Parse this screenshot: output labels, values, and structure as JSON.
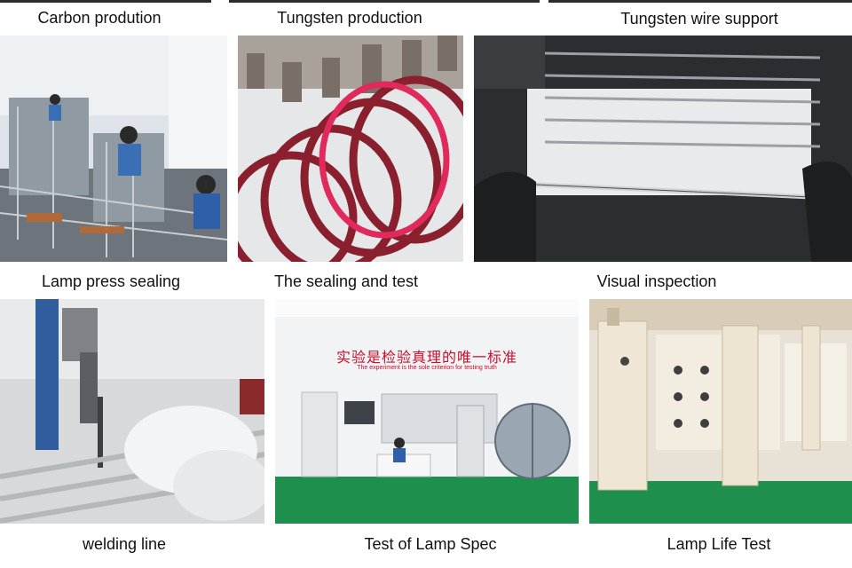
{
  "captions": {
    "carbon": "Carbon prodution",
    "tungsten": "Tungsten production",
    "wire_support": "Tungsten wire support",
    "press_sealing": "Lamp press sealing",
    "sealing_test": "The sealing and test",
    "visual": "Visual inspection",
    "welding": "welding line",
    "lamp_spec": "Test of Lamp Spec",
    "life_test": "Lamp Life Test"
  },
  "wall_text": {
    "chinese": "实验是检验真理的唯一标准",
    "english": "The experiment is the sole criterion for testing truth"
  },
  "colors": {
    "floor_green": "#1f8f4e",
    "coil_red": "#8a1f2e",
    "coil_pink": "#e02a5c",
    "slogan_red": "#c8102e"
  }
}
